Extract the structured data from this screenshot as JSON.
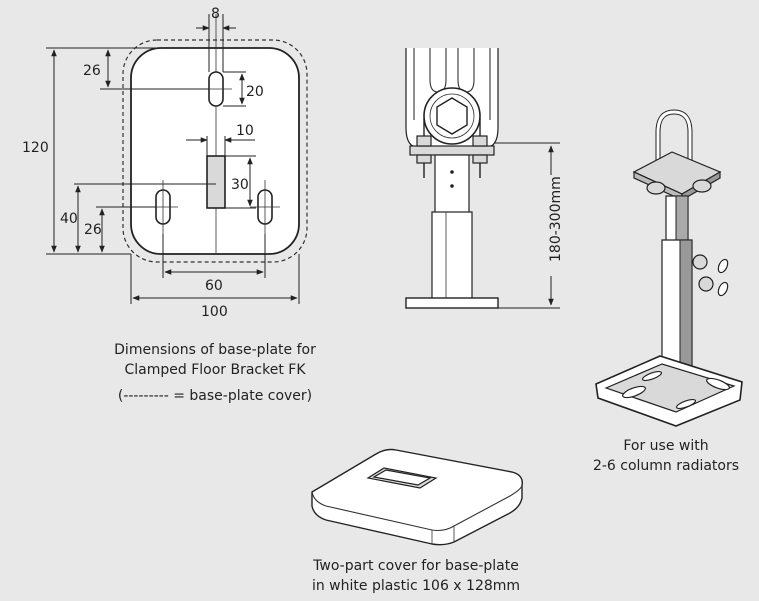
{
  "baseplate": {
    "dims": {
      "d8": "8",
      "d26_top": "26",
      "d20": "20",
      "d120": "120",
      "d10": "10",
      "d30": "30",
      "d40": "40",
      "d26_bottom": "26",
      "d60": "60",
      "d100": "100"
    },
    "caption_line1": "Dimensions of base-plate for",
    "caption_line2": "Clamped Floor Bracket FK",
    "caption_line3": "(--------- = base-plate cover)"
  },
  "bracket_side": {
    "range_label": "180-300mm"
  },
  "bracket_iso": {
    "caption_line1": "For use with",
    "caption_line2": "2-6 column radiators"
  },
  "cover": {
    "caption_line1": "Two-part cover for base-plate",
    "caption_line2": "in white plastic 106 x 128mm"
  }
}
